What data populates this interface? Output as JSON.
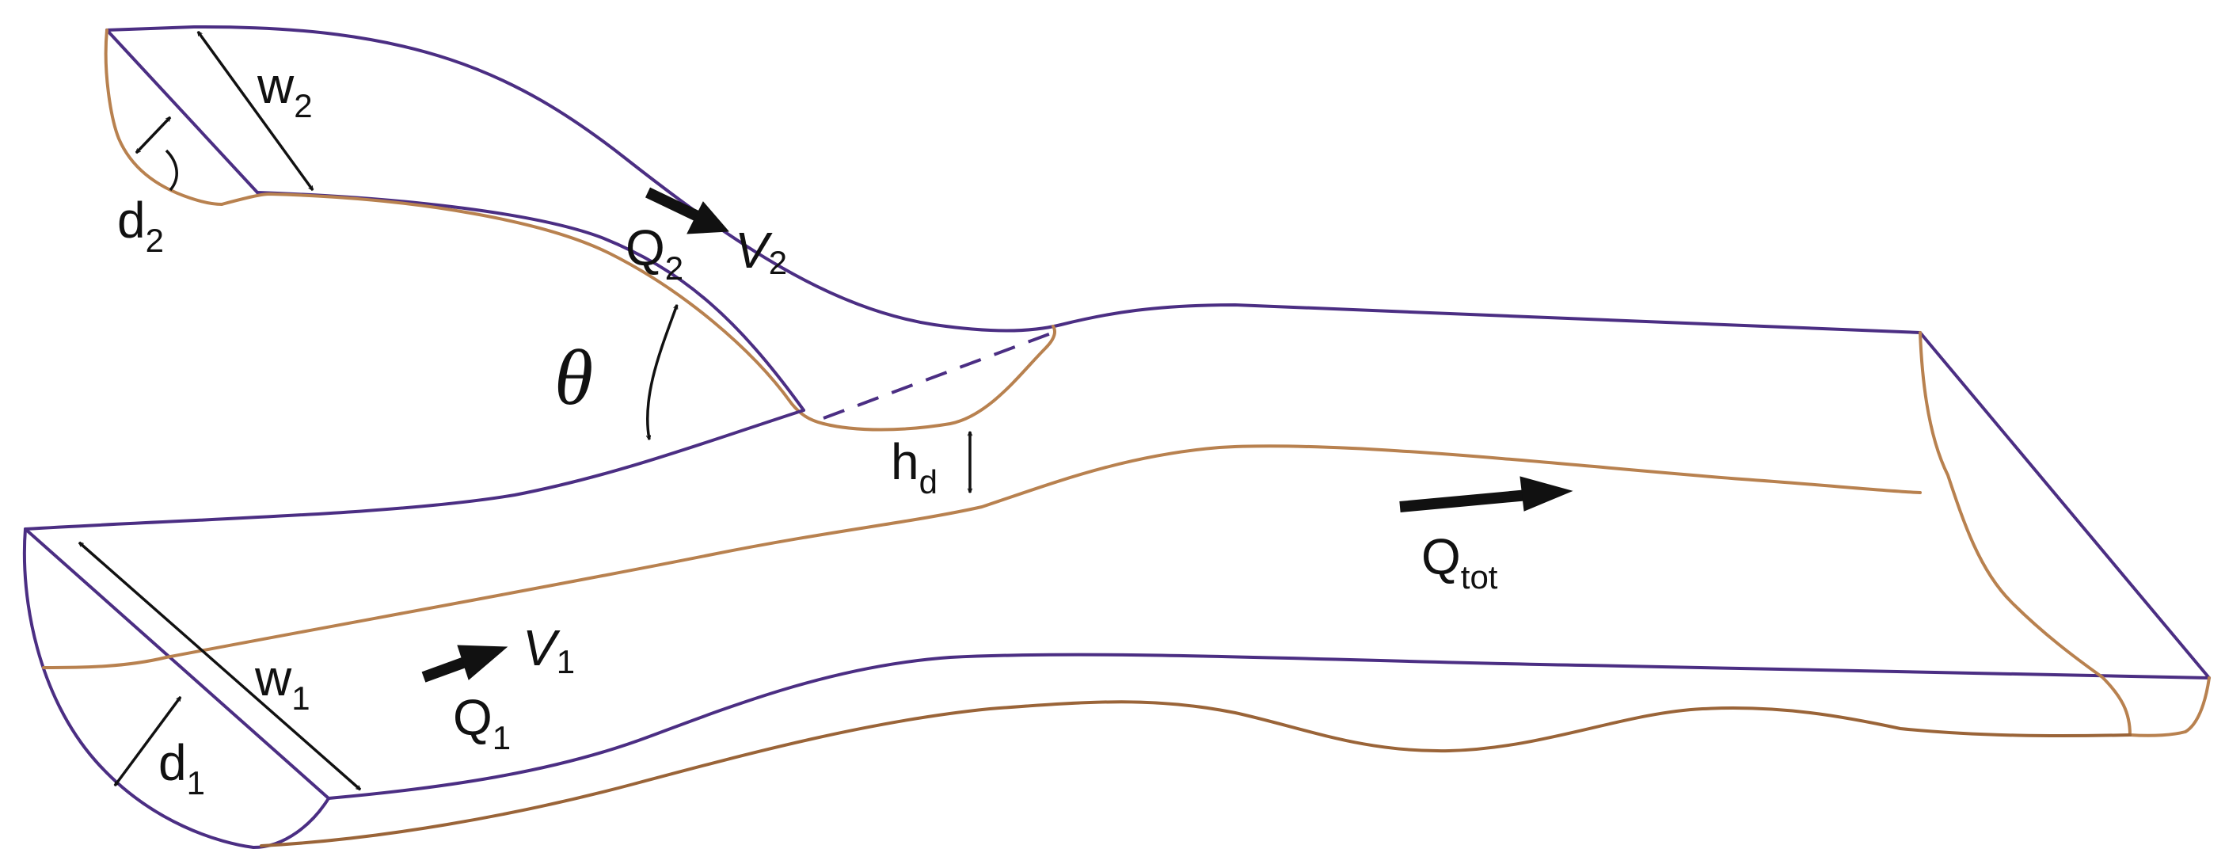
{
  "labels": {
    "w2": {
      "main": "w",
      "sub": "2"
    },
    "d2": {
      "main": "d",
      "sub": "2"
    },
    "q2": {
      "main": "Q",
      "sub": "2"
    },
    "v2": {
      "main": "V",
      "sub": "2"
    },
    "theta": "θ",
    "hd": {
      "main": "h",
      "sub": "d"
    },
    "qtot": {
      "main": "Q",
      "sub": "tot"
    },
    "w1": {
      "main": "w",
      "sub": "1"
    },
    "v1": {
      "main": "V",
      "sub": "1"
    },
    "q1": {
      "main": "Q",
      "sub": "1"
    },
    "d1": {
      "main": "d",
      "sub": "1"
    }
  },
  "colors": {
    "channel_outline": "#4b2e83",
    "water_surface": "#b8814f",
    "bed_line": "#9a6438",
    "annotation": "#111111"
  }
}
